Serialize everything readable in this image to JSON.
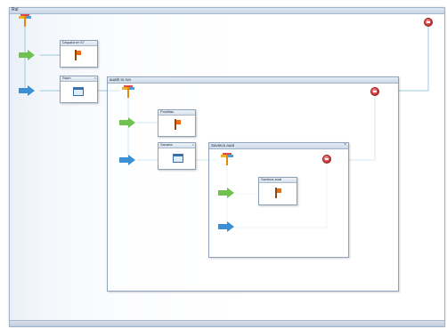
{
  "workflow": {
    "title": "Rul"
  },
  "tasks": {
    "event_flag": {
      "title": "Dispatcher 57"
    },
    "login": {
      "title": "Rauh"
    },
    "log_message_1": {
      "title": "Postiltau"
    },
    "sub_login": {
      "title": "Savaria"
    },
    "inner_flag": {
      "title": "Savieca auat"
    }
  },
  "containers": {
    "sequence_outer": {
      "title": "auath to run"
    },
    "sequence_inner": {
      "title": "Savieca auat"
    }
  },
  "colors": {
    "green_arrow": "#6fc24f",
    "blue_arrow": "#3b8fd4",
    "stop_red": "#d43a3a",
    "flag_orange": "#ee6a12",
    "connector": "#9ec9e0"
  },
  "icons": {
    "start": "start-marker-icon",
    "stop": "stop-circle-icon",
    "flag": "flag-icon",
    "window": "window-icon",
    "green_arrow": "green-arrow-icon",
    "blue_arrow": "blue-arrow-icon"
  }
}
